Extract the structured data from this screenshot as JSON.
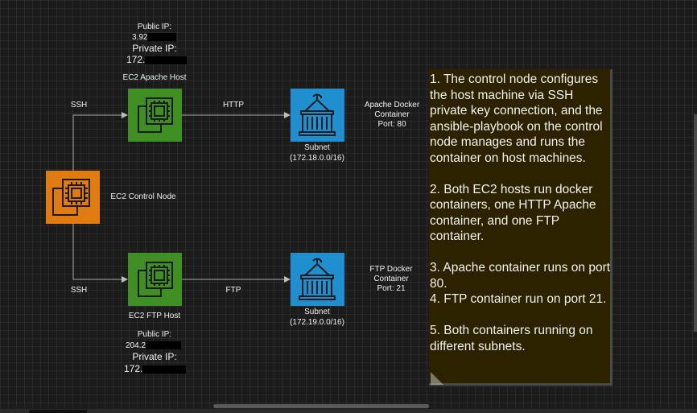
{
  "nodes": {
    "apache_host": {
      "title": "EC2 Apache Host",
      "public_ip_label": "Public IP:",
      "public_ip_prefix": "3.92",
      "private_ip_label": "Private IP:",
      "private_ip_prefix": "172."
    },
    "control": {
      "title": "EC2 Control Node"
    },
    "ftp_host": {
      "title": "EC2 FTP Host",
      "public_ip_label": "Public IP:",
      "public_ip_prefix": "204.2",
      "private_ip_label": "Private IP:",
      "private_ip_prefix": "172."
    },
    "apache_subnet": {
      "title": "Subnet",
      "cidr": "(172.18.0.0/16)"
    },
    "ftp_subnet": {
      "title": "Subnet",
      "cidr": "(172.19.0.0/16)"
    },
    "apache_container": {
      "line1": "Apache Docker",
      "line2": "Container",
      "line3": "Port: 80"
    },
    "ftp_container": {
      "line1": "FTP Docker",
      "line2": "Container",
      "line3": "Port: 21"
    }
  },
  "edges": {
    "ssh_top": "SSH",
    "ssh_bottom": "SSH",
    "http": "HTTP",
    "ftp": "FTP"
  },
  "note": {
    "items": [
      "1. The control node configures the host machine via SSH private key connection, and the ansible-playbook on the control node manages and runs the container on host machines.",
      "2. Both EC2 hosts run docker containers, one HTTP Apache container, and one FTP container.",
      "3. Apache container runs on port 80.",
      "4. FTP container run on port 21.",
      "5. Both containers running on different subnets."
    ]
  },
  "colors": {
    "control_node": "#e07b12",
    "host_node": "#3f8f24",
    "subnet_node": "#1f8fd0",
    "note_bg": "#2c2200",
    "edge": "#a8a8a8"
  }
}
